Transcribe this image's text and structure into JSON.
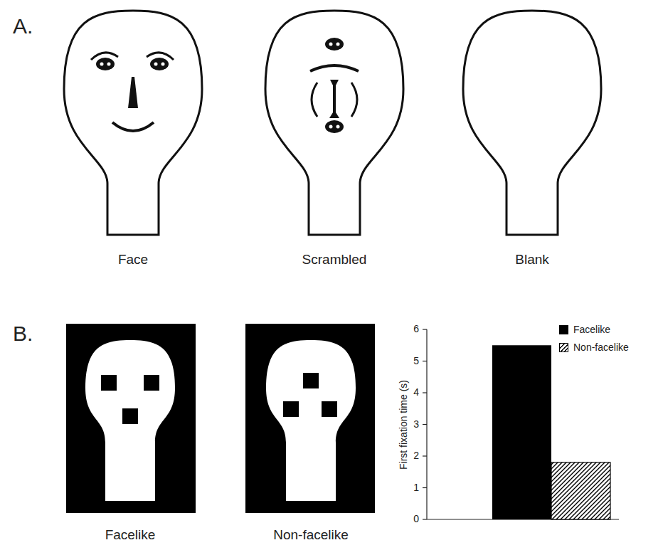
{
  "diagram": {
    "labels": [
      "A.",
      "Face",
      "Scrambled",
      "Blank",
      "B.",
      "Facelike",
      "Non-facelike",
      "0",
      "1",
      "2",
      "3",
      "4",
      "5",
      "6",
      "First fixation time (s)"
    ],
    "legend": [
      {
        "text": "Facelike",
        "color": "#000000"
      },
      {
        "text": "Non-facelike"
      }
    ]
  }
}
